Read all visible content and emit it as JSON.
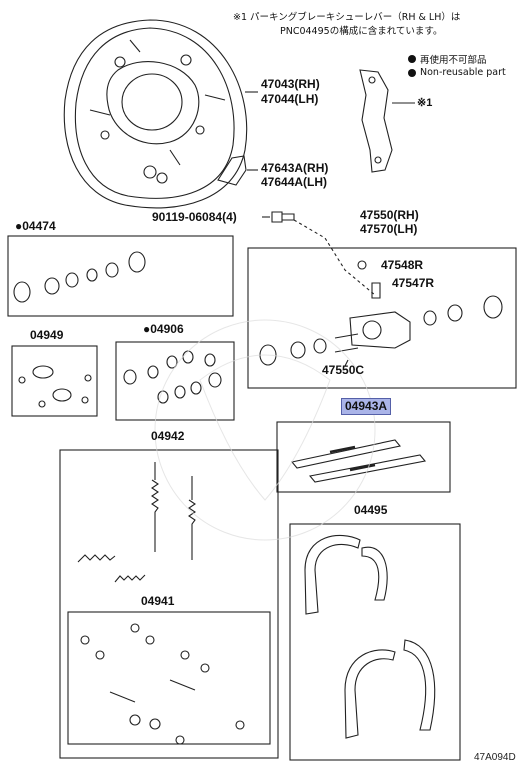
{
  "note": {
    "line1": "※1 パーキングブレーキシューレバー（RH & LH）は",
    "line2": "PNC04495の構成に含まれています。"
  },
  "legend": {
    "reuse_jp": "再使用不可部品",
    "nonreuse_en": "Non-reusable part"
  },
  "parts": {
    "p47043": "47043(RH)",
    "p47044": "47044(LH)",
    "ref1": "※1",
    "p47643a": "47643A(RH)",
    "p47644a": "47644A(LH)",
    "p90119": "90119-06084(4)",
    "p47550": "47550(RH)",
    "p47570": "47570(LH)",
    "p04474": "●04474",
    "p47548r": "47548R",
    "p47547r": "47547R",
    "p47550c": "47550C",
    "p04949": "04949",
    "p04906": "●04906",
    "p04943a": "04943A",
    "p04942": "04942",
    "p04495": "04495",
    "p04941": "04941"
  },
  "diagram_code": "47A094D",
  "colors": {
    "highlight": "#aab4e8",
    "line": "#222222"
  }
}
